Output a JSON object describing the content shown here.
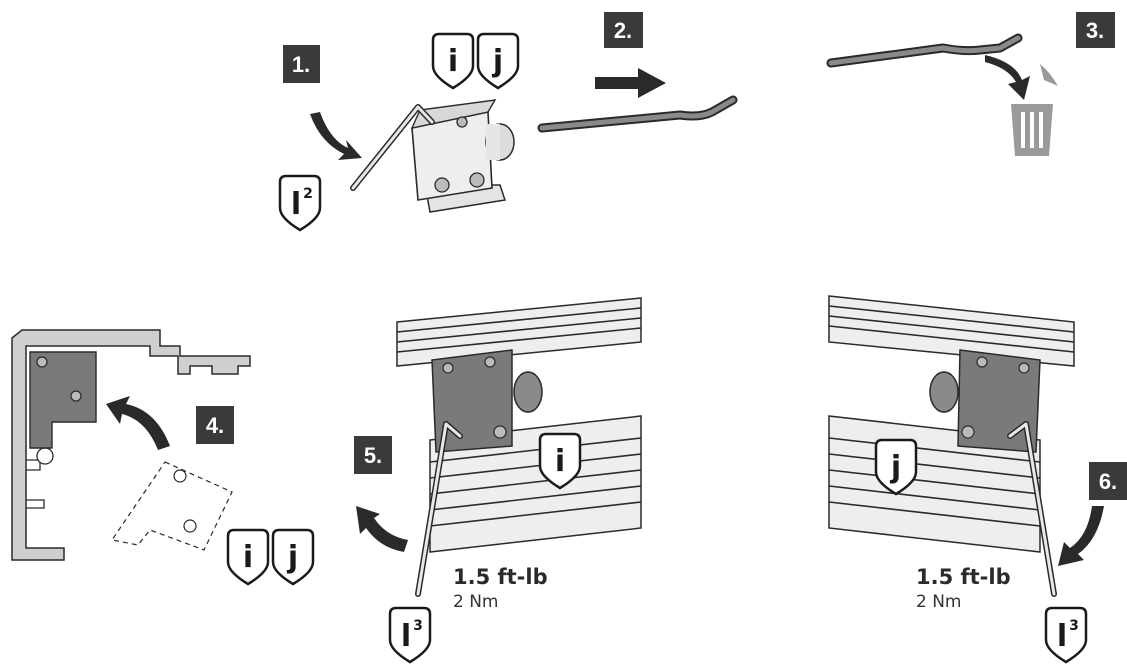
{
  "steps": [
    "1.",
    "2.",
    "3.",
    "4.",
    "5.",
    "6."
  ],
  "tool_labels": {
    "i": "i",
    "j": "j",
    "l2": "l",
    "l2_sup": "2",
    "l3": "l",
    "l3_sup": "3"
  },
  "torque": {
    "left_main": "1.5 ft-lb",
    "left_sub": "2 Nm",
    "right_main": "1.5 ft-lb",
    "right_sub": "2 Nm"
  },
  "colors": {
    "step_box": "#3a3a3a",
    "metal_light": "#d9d9d9",
    "metal_dark": "#7a7a7a",
    "trash": "#9a9a9a"
  }
}
